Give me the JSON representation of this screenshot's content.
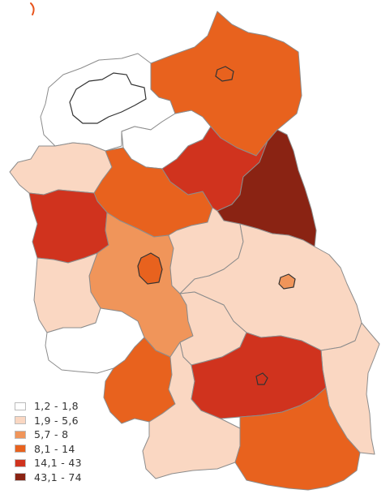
{
  "legend": {
    "items": [
      {
        "label": "1,2 - 1,8",
        "color": "#ffffff"
      },
      {
        "label": "1,9 - 5,6",
        "color": "#fad7c2"
      },
      {
        "label": "5,7 - 8",
        "color": "#f0955a"
      },
      {
        "label": "8,1 - 14",
        "color": "#e8621e"
      },
      {
        "label": "14,1 - 43",
        "color": "#d0331e"
      },
      {
        "label": "43,1 - 74",
        "color": "#8a2313"
      }
    ]
  }
}
